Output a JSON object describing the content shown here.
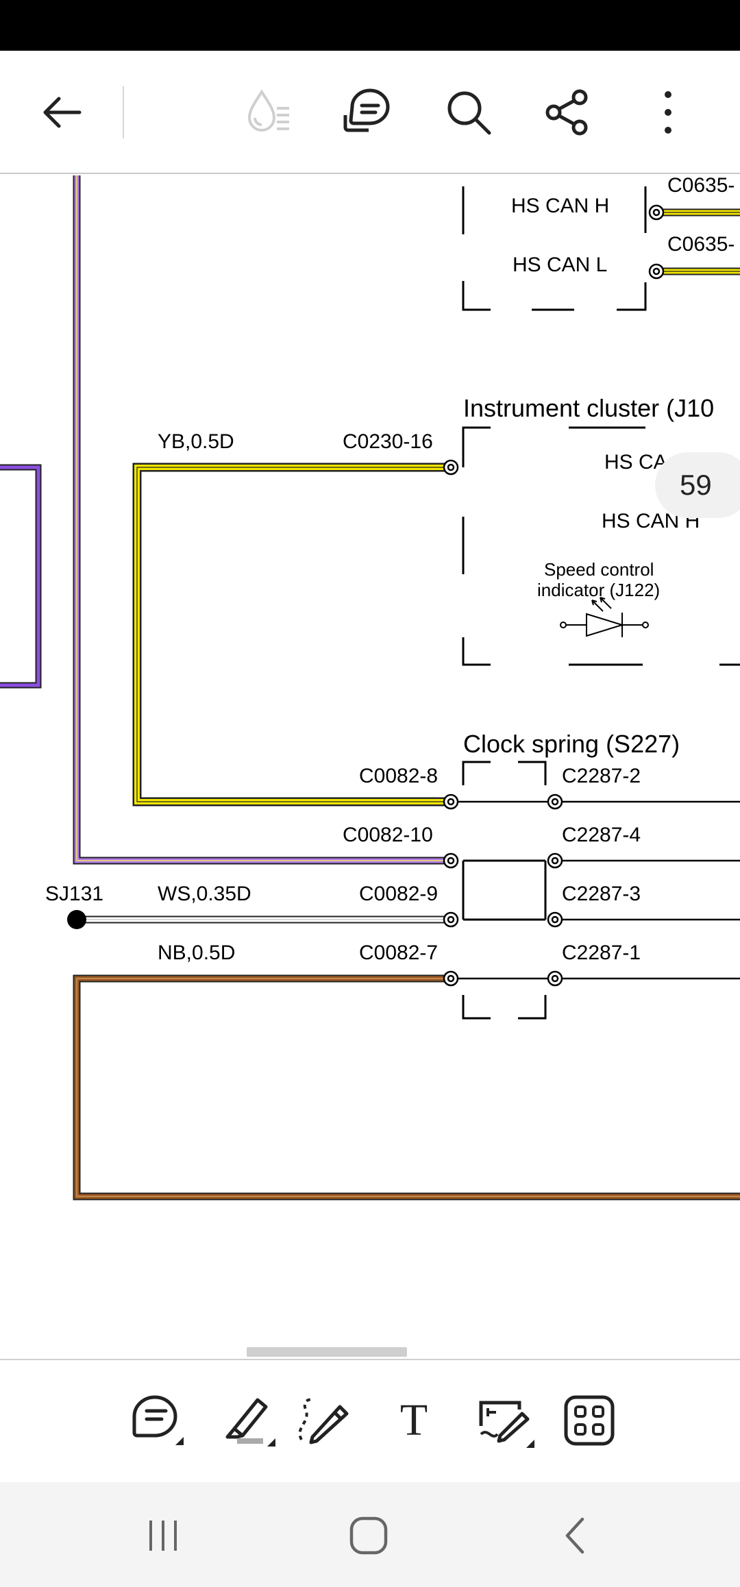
{
  "page": {
    "number": "59"
  },
  "toolbar": {
    "back": "back-arrow-icon",
    "reading_mode": "reading-mode-icon",
    "comments": "comment-icon",
    "search": "search-icon",
    "share": "share-icon",
    "more": "more-vertical-icon"
  },
  "diagram": {
    "hs_can_h": "HS CAN H",
    "hs_can_l": "HS CAN L",
    "c0635_a": "C0635-",
    "c0635_b": "C0635-",
    "instrument_cluster": "Instrument cluster (J10",
    "yb_wire": "YB,0.5D",
    "c0230_16": "C0230-16",
    "hs_can_cut_1": "HS CA",
    "hs_can_cut_2": "HS CAN H",
    "speed_control_1": "Speed control",
    "speed_control_2": "indicator (J122)",
    "clock_spring": "Clock spring (S227)",
    "c0082_8": "C0082-8",
    "c2287_2": "C2287-2",
    "c0082_10": "C0082-10",
    "c2287_4": "C2287-4",
    "sj131": "SJ131",
    "ws_wire": "WS,0.35D",
    "c0082_9": "C0082-9",
    "c2287_3": "C2287-3",
    "nb_wire": "NB,0.5D",
    "c0082_7": "C0082-7",
    "c2287_1": "C2287-1"
  },
  "colors": {
    "yellow_wire": "#f2e600",
    "violet_wire": "#b07be8",
    "violet_box": "#8a4fe0",
    "brown_wire": "#9b5a22",
    "white_wire": "#ffffff"
  },
  "bottom_toolbar": {
    "comment": "comment-add-icon",
    "highlighter": "highlighter-icon",
    "pencil": "pencil-icon",
    "text": "text-tool-icon",
    "signature": "signature-icon",
    "apps": "grid-apps-icon",
    "text_glyph": "T"
  },
  "nav": {
    "recent": "recent-apps-icon",
    "home": "home-icon",
    "back": "nav-back-icon"
  }
}
